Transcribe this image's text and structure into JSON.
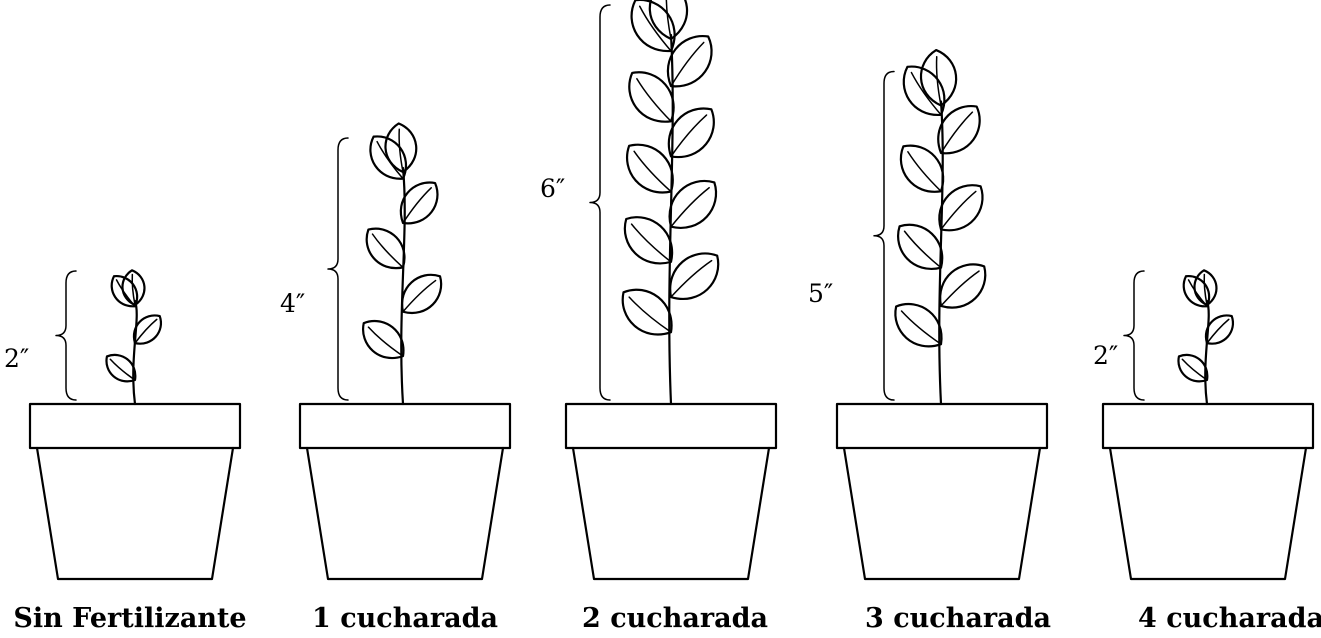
{
  "plants": [
    {
      "label": "Sin Fertilizante",
      "height_label": "2″",
      "height_in": 2
    },
    {
      "label": "1 cucharada",
      "height_label": "4″",
      "height_in": 4
    },
    {
      "label": "2 cucharada",
      "height_label": "6″",
      "height_in": 6
    },
    {
      "label": "3 cucharada",
      "height_label": "5″",
      "height_in": 5
    },
    {
      "label": "4 cucharada",
      "height_label": "2″",
      "height_in": 2
    }
  ]
}
